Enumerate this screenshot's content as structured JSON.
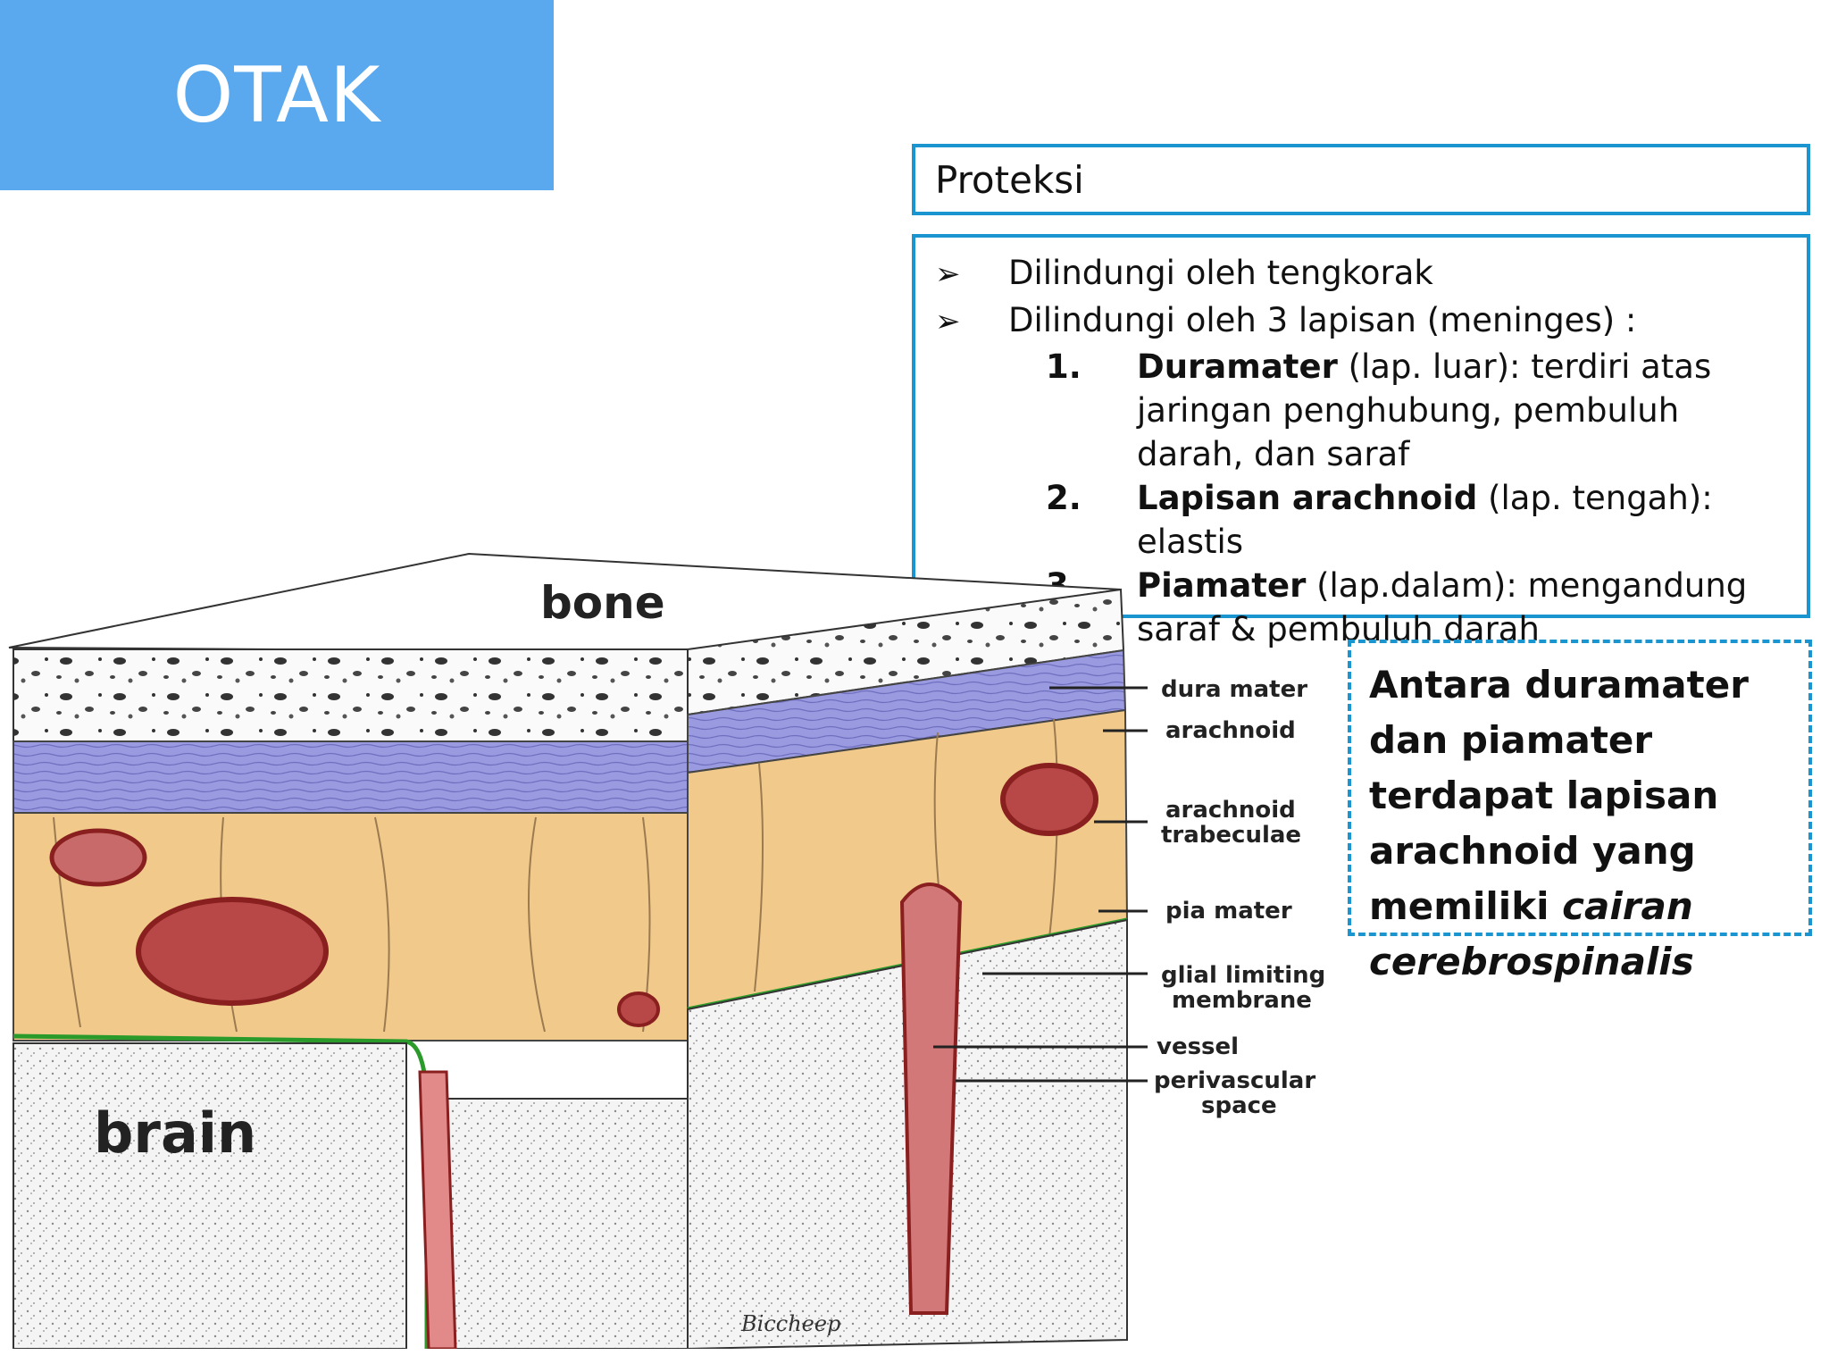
{
  "title": "OTAK",
  "heading": "Proteksi",
  "bullets": [
    "Dilindungi oleh tengkorak",
    "Dilindungi oleh 3 lapisan (meninges) :"
  ],
  "layers": [
    {
      "num": "1.",
      "name": "Duramater",
      "desc": " (lap. luar): terdiri atas jaringan penghubung, pembuluh darah, dan saraf"
    },
    {
      "num": "2.",
      "name": "Lapisan arachnoid",
      "desc": " (lap. tengah):  elastis"
    },
    {
      "num": "3.",
      "name": "Piamater",
      "desc": " (lap.dalam):  mengandung saraf & pembuluh darah"
    }
  ],
  "note": {
    "text": "Antara duramater dan piamater terdapat lapisan arachnoid yang memiliki ",
    "emphasis": "cairan cerebrospinalis"
  },
  "diagram": {
    "bone_label": "bone",
    "brain_label": "brain",
    "labels": {
      "dura": "dura mater",
      "arachnoid": "arachnoid",
      "trabeculae_1": "arachnoid",
      "trabeculae_2": "trabeculae",
      "pia": "pia mater",
      "glial_1": "glial limiting",
      "glial_2": "membrane",
      "vessel": "vessel",
      "perivascular_1": "perivascular",
      "perivascular_2": "space"
    },
    "signature": "Biccheep"
  },
  "colors": {
    "title_bg": "#5aa9ef",
    "box_border": "#1b95d0",
    "dura": "#8f8fdc",
    "arachnoid_space": "#f0c98b",
    "pia": "#2a9a2a",
    "vessel": "#b03030"
  }
}
